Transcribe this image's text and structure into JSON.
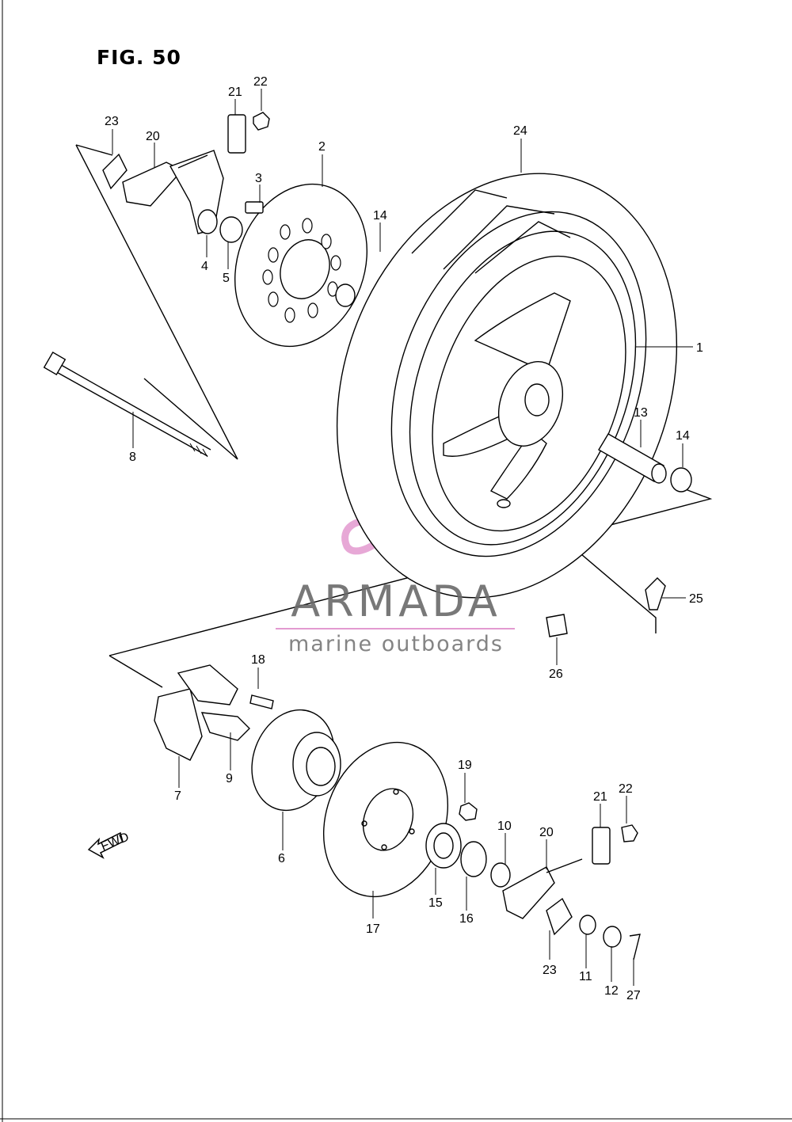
{
  "figure_title": "FIG. 50",
  "watermark": {
    "name": "ARMADA",
    "tagline": "marine outboards",
    "logo_color": "#e39ad0"
  },
  "fwd_arrow_label": "FWD",
  "callouts": [
    {
      "id": "c1",
      "label": "1"
    },
    {
      "id": "c2",
      "label": "2"
    },
    {
      "id": "c3",
      "label": "3"
    },
    {
      "id": "c4",
      "label": "4"
    },
    {
      "id": "c5",
      "label": "5"
    },
    {
      "id": "c6",
      "label": "6"
    },
    {
      "id": "c7",
      "label": "7"
    },
    {
      "id": "c8",
      "label": "8"
    },
    {
      "id": "c9",
      "label": "9"
    },
    {
      "id": "c10",
      "label": "10"
    },
    {
      "id": "c11",
      "label": "11"
    },
    {
      "id": "c12",
      "label": "12"
    },
    {
      "id": "c13",
      "label": "13"
    },
    {
      "id": "c14a",
      "label": "14"
    },
    {
      "id": "c14b",
      "label": "14"
    },
    {
      "id": "c15",
      "label": "15"
    },
    {
      "id": "c16",
      "label": "16"
    },
    {
      "id": "c17",
      "label": "17"
    },
    {
      "id": "c18",
      "label": "18"
    },
    {
      "id": "c19",
      "label": "19"
    },
    {
      "id": "c20a",
      "label": "20"
    },
    {
      "id": "c20b",
      "label": "20"
    },
    {
      "id": "c21a",
      "label": "21"
    },
    {
      "id": "c21b",
      "label": "21"
    },
    {
      "id": "c22a",
      "label": "22"
    },
    {
      "id": "c22b",
      "label": "22"
    },
    {
      "id": "c23a",
      "label": "23"
    },
    {
      "id": "c23b",
      "label": "23"
    },
    {
      "id": "c24",
      "label": "24"
    },
    {
      "id": "c25",
      "label": "25"
    },
    {
      "id": "c26",
      "label": "26"
    },
    {
      "id": "c27",
      "label": "27"
    }
  ]
}
